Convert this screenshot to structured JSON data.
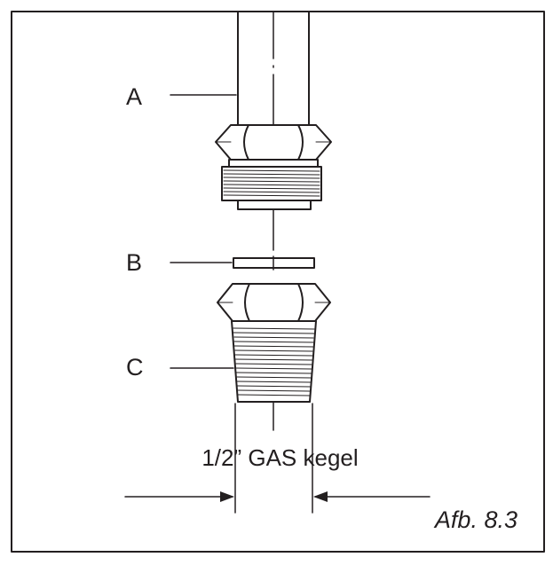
{
  "labels": {
    "a": "A",
    "b": "B",
    "c": "C"
  },
  "size_caption": "1/2” GAS kegel",
  "figure_caption": "Afb. 8.3",
  "colors": {
    "line": "#231f20",
    "background": "#ffffff"
  }
}
